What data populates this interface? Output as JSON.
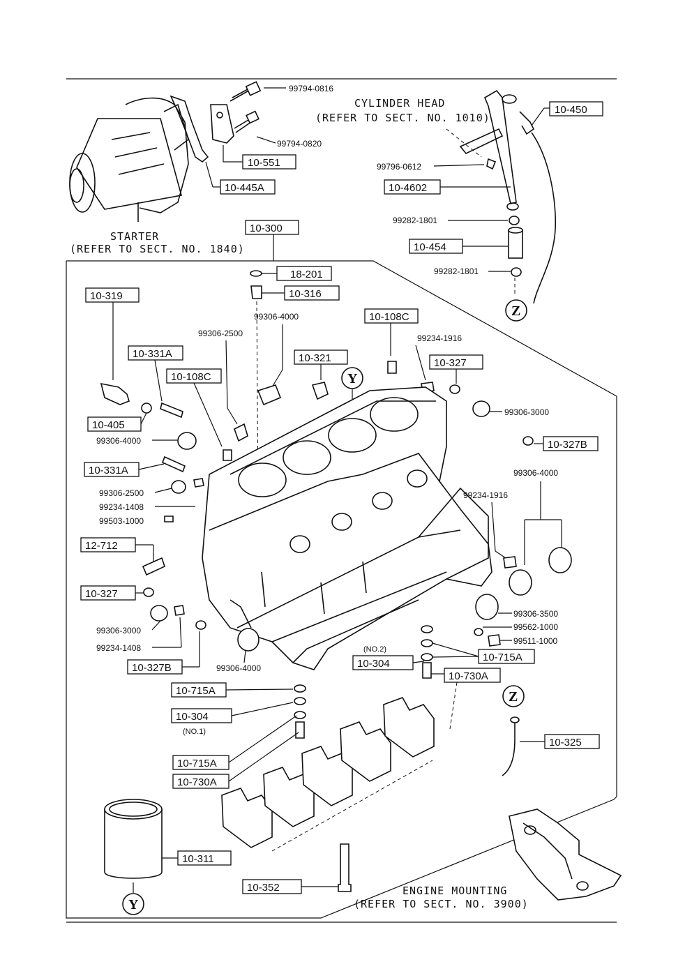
{
  "notes": {
    "cylinder_head_1": "CYLINDER HEAD",
    "cylinder_head_2": "(REFER TO SECT. NO. 1010)",
    "starter_1": "STARTER",
    "starter_2": "(REFER TO SECT. NO. 1840)",
    "engine_mounting_1": "ENGINE MOUNTING",
    "engine_mounting_2": "(REFER TO SECT. NO. 3900)",
    "no2": "(NO.2)",
    "no1": "(NO.1)"
  },
  "boxed_parts": {
    "p10_450": "10-450",
    "p10_551": "10-551",
    "p10_445A": "10-445A",
    "p10_4602": "10-4602",
    "p10_454": "10-454",
    "p10_300": "10-300",
    "p18_201": "18-201",
    "p10_316": "10-316",
    "p10_319": "10-319",
    "p10_108C_a": "10-108C",
    "p10_331A_a": "10-331A",
    "p10_108C_b": "10-108C",
    "p10_321": "10-321",
    "p10_327_a": "10-327",
    "p10_405": "10-405",
    "p10_327B_a": "10-327B",
    "p10_331A_b": "10-331A",
    "p12_712": "12-712",
    "p10_327_b": "10-327",
    "p10_327B_b": "10-327B",
    "p10_304_a": "10-304",
    "p10_715A_a": "10-715A",
    "p10_730A_a": "10-730A",
    "p10_715A_b": "10-715A",
    "p10_304_b": "10-304",
    "p10_715A_c": "10-715A",
    "p10_730A_b": "10-730A",
    "p10_325": "10-325",
    "p10_311": "10-311",
    "p10_352": "10-352"
  },
  "plain_parts": {
    "p99794_0816": "99794-0816",
    "p99794_0820": "99794-0820",
    "p99796_0612": "99796-0612",
    "p99282_1801_a": "99282-1801",
    "p99282_1801_b": "99282-1801",
    "p99306_4000_a": "99306-4000",
    "p99306_2500_a": "99306-2500",
    "p99234_1916_a": "99234-1916",
    "p99306_3000_a": "99306-3000",
    "p99306_4000_b": "99306-4000",
    "p99306_4000_c": "99306-4000",
    "p99306_2500_b": "99306-2500",
    "p99234_1408_a": "99234-1408",
    "p99503_1000": "99503-1000",
    "p99234_1916_b": "99234-1916",
    "p99306_3500": "99306-3500",
    "p99562_1000": "99562-1000",
    "p99511_1000": "99511-1000",
    "p99306_3000_b": "99306-3000",
    "p99234_1408_b": "99234-1408",
    "p99306_4000_d": "99306-4000"
  },
  "callouts": {
    "z_top": "Z",
    "z_mid": "Z",
    "y_top": "Y",
    "y_bottom": "Y"
  }
}
